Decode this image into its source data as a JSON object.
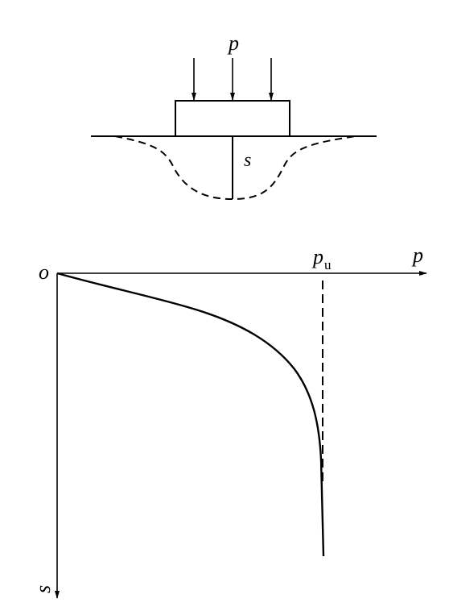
{
  "top_figure": {
    "load_label": "p",
    "settlement_label": "s"
  },
  "curve_figure": {
    "origin_label": "o",
    "x_axis_label": "p",
    "y_axis_label": "s",
    "ultimate_load_label": "p",
    "ultimate_load_subscript": "u"
  },
  "colors": {
    "stroke": "#000000",
    "background": "#ffffff"
  }
}
